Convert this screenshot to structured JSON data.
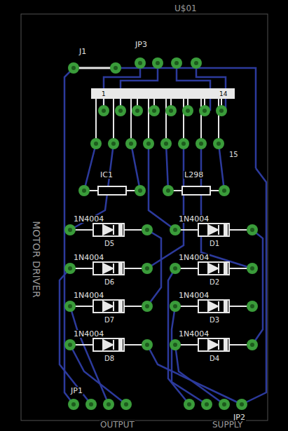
{
  "diagram": {
    "labels": [
      "U$01",
      "J1",
      "JP3",
      "1",
      "14",
      "15",
      "IC1",
      "L298",
      "1N4004",
      "1N4004",
      "D5",
      "D1",
      "1N4004",
      "1N4004",
      "D6",
      "D2",
      "1N4004",
      "1N4004",
      "D7",
      "D3",
      "1N4004",
      "1N4004",
      "D8",
      "D4",
      "MOTOR DRIVER",
      "JP1",
      "JP2",
      "OUTPUT",
      "SUPPLY"
    ]
  }
}
